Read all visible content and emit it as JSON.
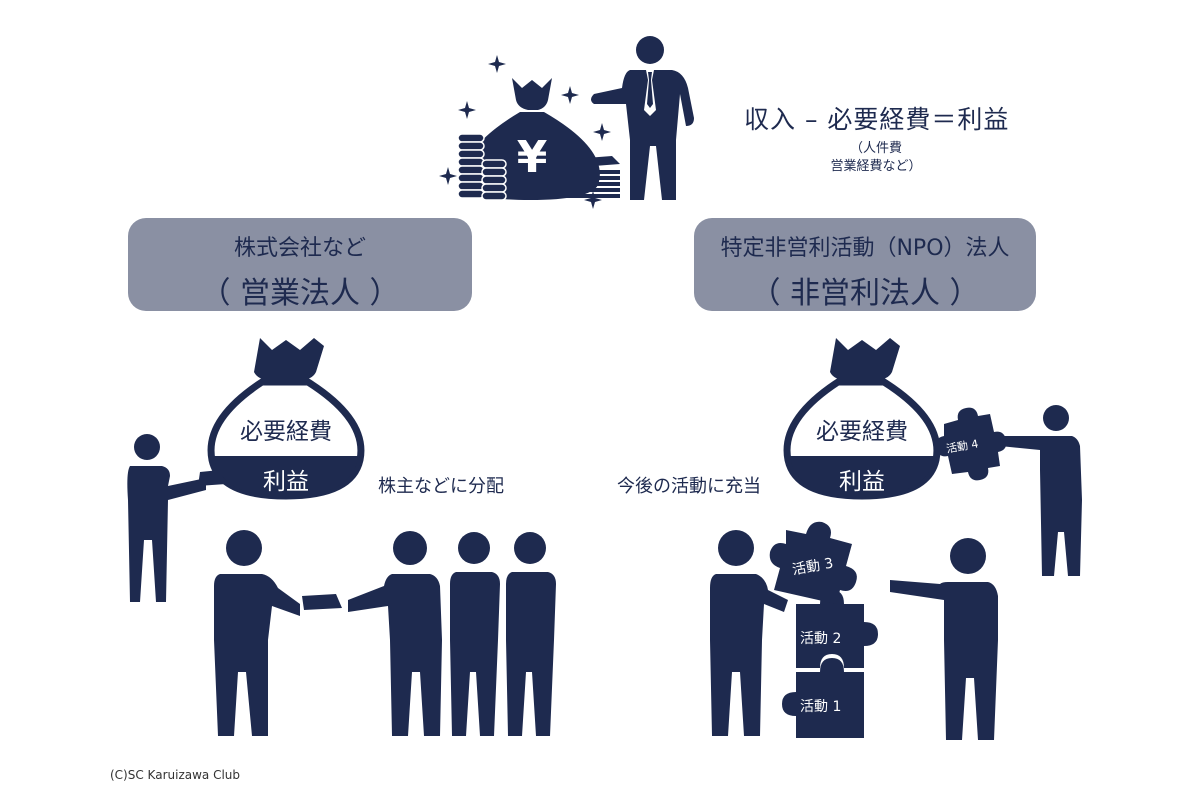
{
  "formula": "収入 – 必要経費＝利益",
  "formula_note": "（人件費\n営業経費など）",
  "yen_symbol": "¥",
  "left_box": {
    "line1": "株式会社など",
    "line2": "（ 営業法人 ）"
  },
  "right_box": {
    "line1": "特定非営利活動（NPO）法人",
    "line2": "（ 非営利法人 ）"
  },
  "left_bag": {
    "top": "必要経費",
    "bottom": "利益"
  },
  "right_bag": {
    "top": "必要経費",
    "bottom": "利益"
  },
  "left_caption": "株主などに分配",
  "right_caption": "今後の活動に充当",
  "puzzles": [
    "活動 1",
    "活動 2",
    "活動 3",
    "活動 4"
  ],
  "credit": "(C)SC Karuizawa Club",
  "colors": {
    "navy": "#1e2a4f",
    "box": "#8a90a3",
    "bag_fill": "#ffffff"
  }
}
